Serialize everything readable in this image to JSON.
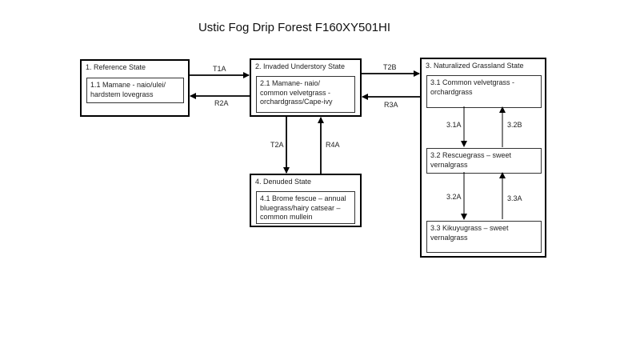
{
  "title": "Ustic Fog Drip Forest  F160XY501HI",
  "states": [
    {
      "title": "1.  Reference State",
      "phases": [
        "1.1 Mamane - naio/ulei/\nhardstem lovegrass"
      ]
    },
    {
      "title": "2. Invaded Understory State",
      "phases": [
        "2.1 Mamane- naio/\ncommon velvetgrass -\norchardgrass/Cape-ivy"
      ]
    },
    {
      "title": "3. Naturalized Grassland State",
      "phases": [
        "3.1 Common velvetgrass -\norchardgrass",
        "3.2 Rescuegrass – sweet\nvernalgrass",
        "3.3 Kikuyugrass – sweet\nvernalgrass"
      ]
    },
    {
      "title": "4. Denuded State",
      "phases": [
        "4.1 Brome fescue – annual\nbluegrass/hairy catsear –\ncommon mullein"
      ]
    }
  ],
  "transitions": {
    "t1a": "T1A",
    "r2a": "R2A",
    "t2b": "T2B",
    "r3a": "R3A",
    "t2a": "T2A",
    "r4a": "R4A",
    "p31a": "3.1A",
    "p32b": "3.2B",
    "p32a": "3.2A",
    "p33a": "3.3A"
  }
}
